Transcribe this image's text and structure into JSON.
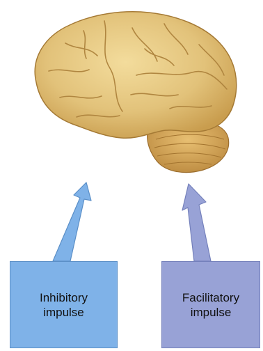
{
  "diagram": {
    "inhibitory_label": "Inhibitory\nimpulse",
    "facilitatory_label": "Facilitatory\nimpulse",
    "colors": {
      "inhibitory": "#7fb2e8",
      "facilitatory": "#98a2d6",
      "brain_main": "#e2c27a",
      "brain_cerebellum": "#d4a85a"
    },
    "image": {
      "subject": "brain-illustration"
    }
  }
}
